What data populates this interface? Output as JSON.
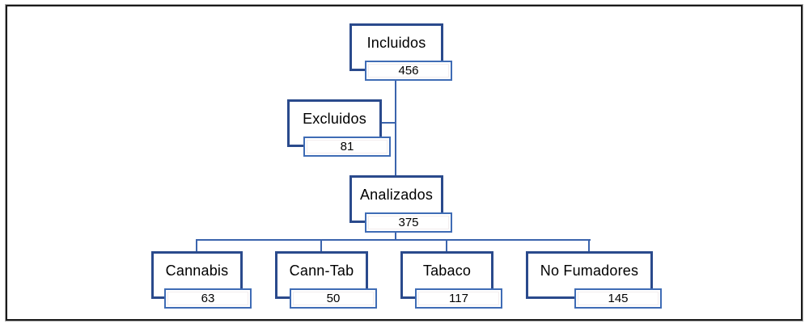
{
  "diagram": {
    "type": "flowchart",
    "title": "",
    "nodes": [
      {
        "id": "incluidos",
        "label": "Incluidos",
        "value": "456"
      },
      {
        "id": "excluidos",
        "label": "Excluidos",
        "value": "81"
      },
      {
        "id": "analizados",
        "label": "Analizados",
        "value": "375"
      },
      {
        "id": "cannabis",
        "label": "Cannabis",
        "value": "63"
      },
      {
        "id": "cann-tab",
        "label": "Cann-Tab",
        "value": "50"
      },
      {
        "id": "tabaco",
        "label": "Tabaco",
        "value": "117"
      },
      {
        "id": "no-fumadores",
        "label": "No Fumadores",
        "value": "145"
      }
    ],
    "edges": [
      {
        "from": "Incluidos",
        "to": "Excluidos"
      },
      {
        "from": "Incluidos",
        "to": "Analizados"
      },
      {
        "from": "Analizados",
        "to": "Cannabis"
      },
      {
        "from": "Analizados",
        "to": "Cann-Tab"
      },
      {
        "from": "Analizados",
        "to": "Tabaco"
      },
      {
        "from": "Analizados",
        "to": "No Fumadores"
      }
    ],
    "colors": {
      "label_box_border": "#2a4a8c",
      "value_box_border": "#3f6cb5",
      "connector_line": "#3b64ad",
      "frame_border": "#1b1b1b",
      "box_fill": "#ffffff",
      "text": "#000000"
    }
  }
}
